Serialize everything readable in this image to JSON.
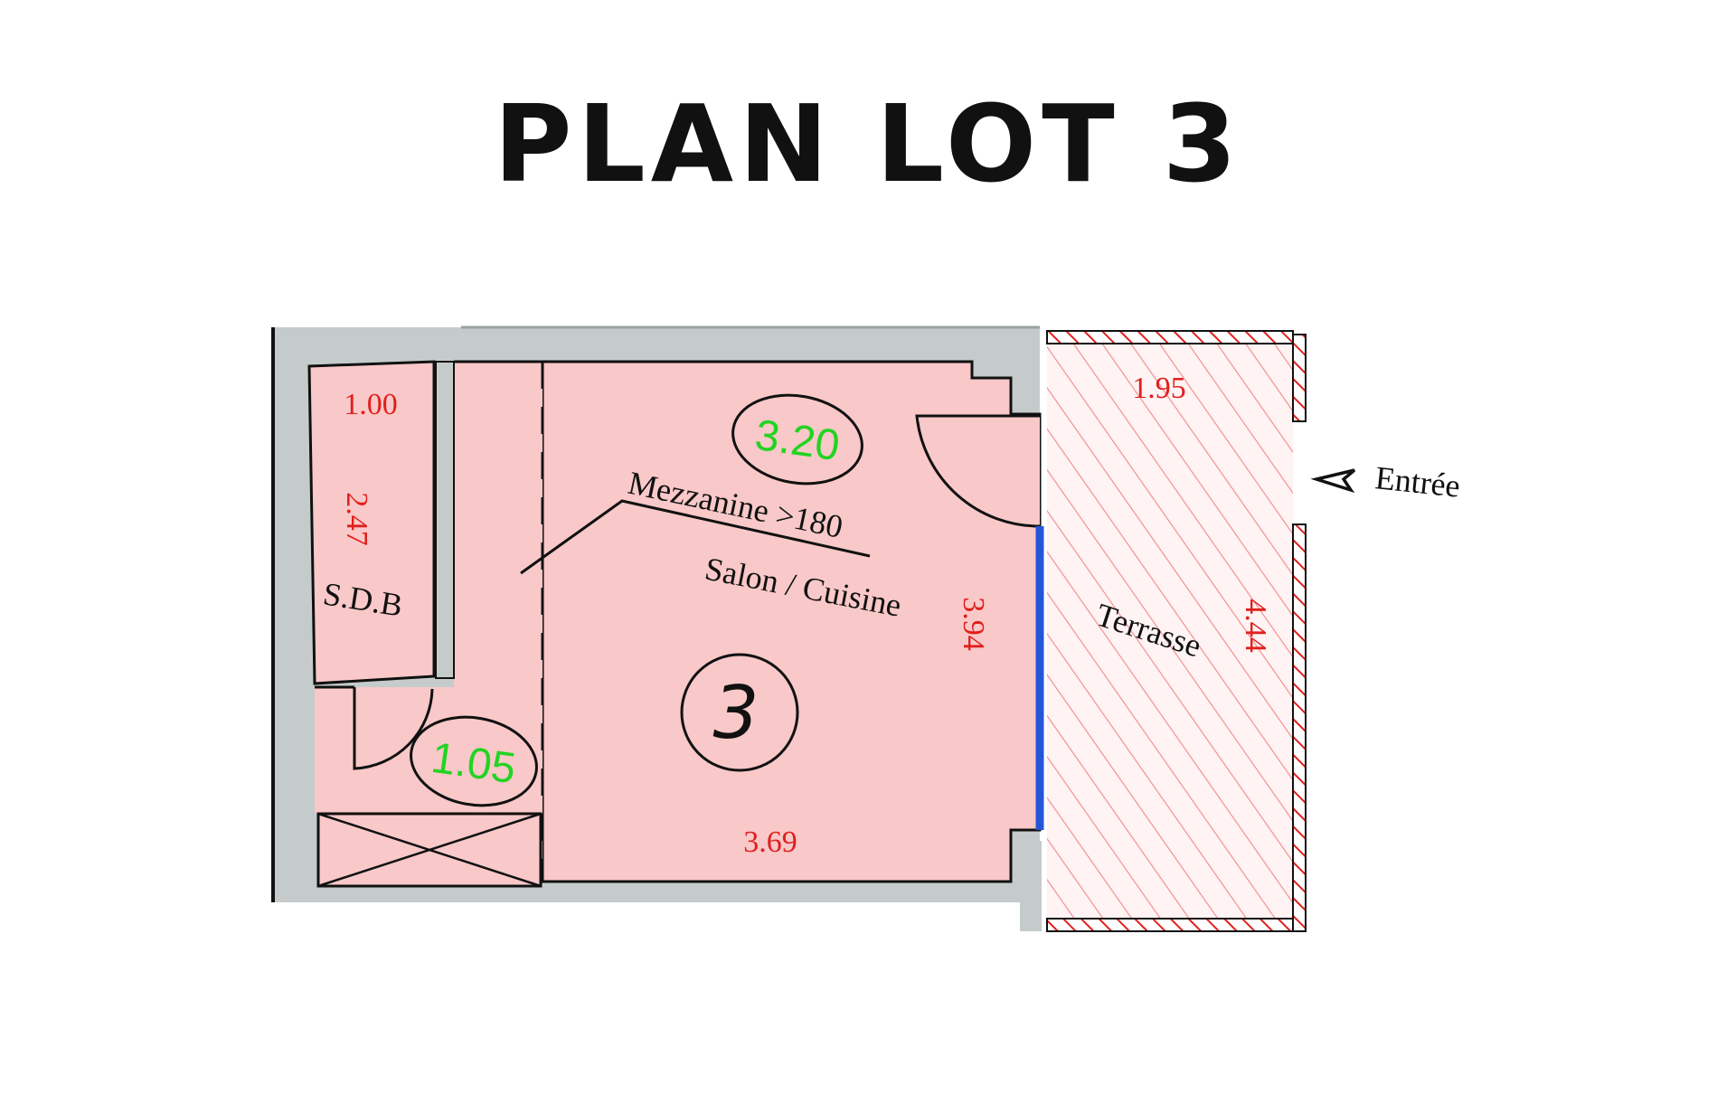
{
  "title": "PLAN LOT 3",
  "lot_number": "3",
  "rooms": {
    "sdb": "S.D.B",
    "salon": "Salon / Cuisine",
    "terrasse": "Terrasse"
  },
  "mezzanine_label": "Mezzanine >180",
  "entry_label": "Entrée",
  "dimensions": {
    "sdb_width": "1.00",
    "sdb_length": "2.47",
    "salon_width": "3.69",
    "salon_length": "3.94",
    "terrasse_width": "1.95",
    "terrasse_length": "4.44"
  },
  "mezzanine_areas": {
    "main": "3.20",
    "small": "1.05"
  },
  "colors": {
    "wall": "#c5cbcb",
    "room_fill": "#f9c8c8",
    "dimension_text": "#e0201e",
    "mezzanine_text": "#22d422",
    "window": "#2457d8",
    "terrace_hatch": "#f08a8a",
    "outline": "#111111"
  }
}
